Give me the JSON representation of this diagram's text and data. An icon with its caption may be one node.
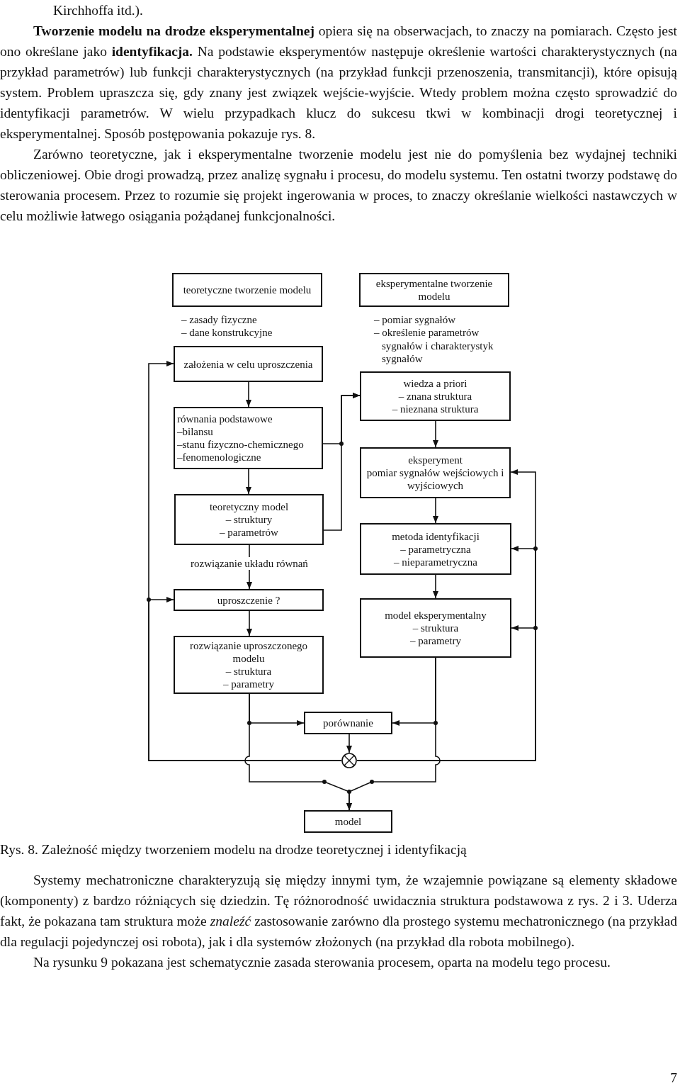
{
  "diagram": {
    "caption": "Rys. 8. Zależność między tworzeniem modelu na drodze teoretycznej i identyfikacją",
    "nodes": [
      {
        "text": [
          "teoretyczne tworzenie modelu"
        ]
      },
      {
        "text": [
          "eksperymentalne tworzenie modelu"
        ]
      },
      {
        "text": [
          "założenia w celu uproszczenia"
        ]
      },
      {
        "text": [
          "równania podstawowe",
          "–bilansu",
          "–stanu fizyczno-chemicznego",
          "–fenomenologiczne"
        ]
      },
      {
        "text": [
          "teoretyczny model",
          "– struktury",
          "– parametrów"
        ]
      },
      {
        "text": [
          "rozwiązanie układu równań"
        ]
      },
      {
        "text": [
          "uproszczenie ?"
        ]
      },
      {
        "text": [
          "rozwiązanie uproszczonego modelu",
          "– struktura",
          "– parametry"
        ]
      },
      {
        "text": [
          "wiedza a priori",
          "– znana struktura",
          "– nieznana struktura"
        ]
      },
      {
        "text": [
          "eksperyment",
          "pomiar sygnałów wejściowych i wyjściowych"
        ]
      },
      {
        "text": [
          "metoda identyfikacji",
          "– parametryczna",
          "– nieparametryczna"
        ]
      },
      {
        "text": [
          "model eksperymentalny",
          "– struktura",
          "– parametry"
        ]
      },
      {
        "text": [
          "porównanie"
        ]
      },
      {
        "text": [],
        "shape": "circle"
      },
      {
        "text": [
          "model"
        ]
      }
    ],
    "edges": [
      {
        "from": 2,
        "to": 3,
        "arrow": "to"
      },
      {
        "from": 3,
        "to": 4,
        "arrow": "to"
      },
      {
        "from": 3,
        "to": 8,
        "arrow": "to"
      },
      {
        "from": 4,
        "to": 8,
        "arrow": "to"
      },
      {
        "from": 4,
        "to": 5,
        "arrow": "none"
      },
      {
        "from": 5,
        "to": 6,
        "arrow": "to"
      },
      {
        "from": 6,
        "to": 7,
        "arrow": "to"
      },
      {
        "from": 7,
        "to": 12,
        "arrow": "to"
      },
      {
        "from": 7,
        "to": 14,
        "arrow": "to"
      },
      {
        "from": 8,
        "to": 9,
        "arrow": "to"
      },
      {
        "from": 9,
        "to": 10,
        "arrow": "to"
      },
      {
        "from": 10,
        "to": 11,
        "arrow": "to"
      },
      {
        "from": 11,
        "to": 12,
        "arrow": "to"
      },
      {
        "from": 11,
        "to": 14,
        "arrow": "to"
      },
      {
        "from": 12,
        "to": 13,
        "arrow": "to"
      },
      {
        "from": 13,
        "to": 2,
        "arrow": "to"
      },
      {
        "from": 13,
        "to": 6,
        "arrow": "to"
      },
      {
        "from": 13,
        "to": 9,
        "arrow": "to"
      },
      {
        "from": 13,
        "to": 10,
        "arrow": "to"
      },
      {
        "from": 13,
        "to": 11,
        "arrow": "to"
      }
    ],
    "labels": [
      "Kirchhoffa itd.).",
      "**Tworzenie modelu na drodze eksperymentalnej** opiera się na obserwacjach, to znaczy na pomiarach. Często jest ono określane jako **identyfikacja.** Na podstawie eksperymentów następuje określenie wartości charakterystycznych (na przykład parametrów) lub funkcji charakterystycznych (na przykład funkcji przenoszenia, transmitancji), które opisują system. Problem upraszcza się, gdy znany jest związek wejście-wyjście. Wtedy problem można często sprowadzić do identyfikacji parametrów. W wielu przypadkach klucz do sukcesu tkwi w kombinacji drogi teoretycznej i eksperymentalnej. Sposób postępowania pokazuje rys. 8.",
      "Zarówno teoretyczne, jak i eksperymentalne tworzenie modelu jest nie do pomyślenia bez wydajnej techniki obliczeniowej. Obie drogi prowadzą, przez analizę sygnału i procesu, do modelu systemu. Ten ostatni tworzy podstawę do sterowania procesem. Przez to rozumie się projekt ingerowania w proces, to znaczy określanie wielkości nastawczych w celu możliwie łatwego osiągania pożądanej funkcjonalności.",
      "– zasady fizyczne",
      "– dane konstrukcyjne",
      "– pomiar sygnałów",
      "– określenie parametrów sygnałów i charakterystyk sygnałów",
      "Systemy mechatroniczne charakteryzują się między innymi tym, że wzajemnie powiązane są elementy składowe (komponenty) z bardzo różniących się dziedzin. Tę różnorodność uwidacznia struktura podstawowa z rys. 2 i 3. Uderza fakt, że pokazana tam struktura może *znaleźć* zastosowanie zarówno dla prostego systemu mechatronicznego (na przykład dla regulacji pojedynczej osi robota), jak i dla systemów złożonych (na przykład dla robota mobilnego).",
      "Na rysunku 9 pokazana jest schematycznie zasada sterowania procesem, oparta na modelu tego procesu.",
      "7"
    ]
  }
}
